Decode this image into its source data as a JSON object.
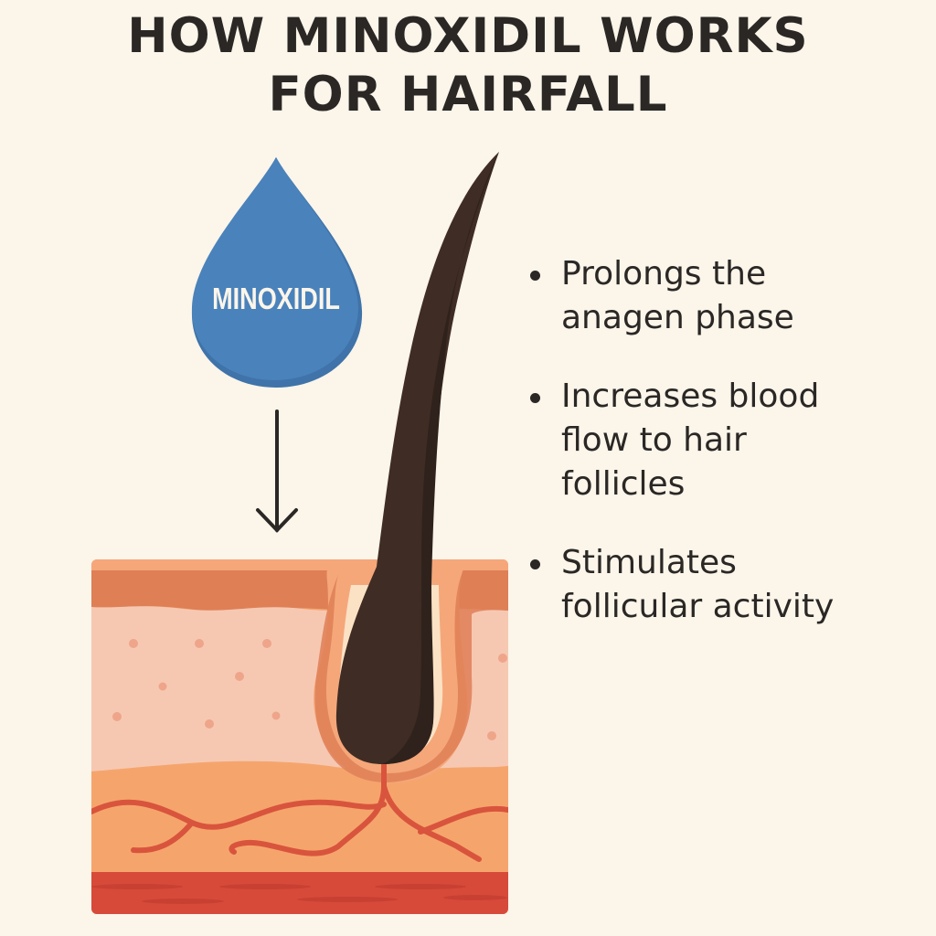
{
  "title": {
    "line1": "HOW MINOXIDIL WORKS",
    "line2": "FOR HAIRFALL"
  },
  "drop": {
    "label": "MINOXIDIL",
    "icon": "water-drop-icon",
    "color": "#4a82bb"
  },
  "arrow": {
    "icon": "arrow-down-icon",
    "direction": "down"
  },
  "benefits": [
    {
      "line1": "Prolongs the",
      "line2": "anagen phase",
      "line3": ""
    },
    {
      "line1": "Increases blood",
      "line2": "flow to hair",
      "line3": "follicles"
    },
    {
      "line1": "Stimulates",
      "line2": "follicular activity",
      "line3": ""
    }
  ],
  "diagram": {
    "subject": "hair-follicle-cross-section",
    "layers": [
      "epidermis",
      "dermis",
      "hypodermis",
      "muscle"
    ],
    "colors": {
      "background": "#fbf5ea",
      "epidermis": "#df7f56",
      "epidermis_edge": "#f5a77a",
      "dermis": "#f6c8b2",
      "dermis_dots": "#eea58a",
      "hypodermis": "#f5a56c",
      "muscle": "#d74a3a",
      "blood_vessel": "#d9543d",
      "hair": "#3f2c24",
      "hair_shadow": "#2f221c",
      "text": "#2a2725"
    }
  }
}
